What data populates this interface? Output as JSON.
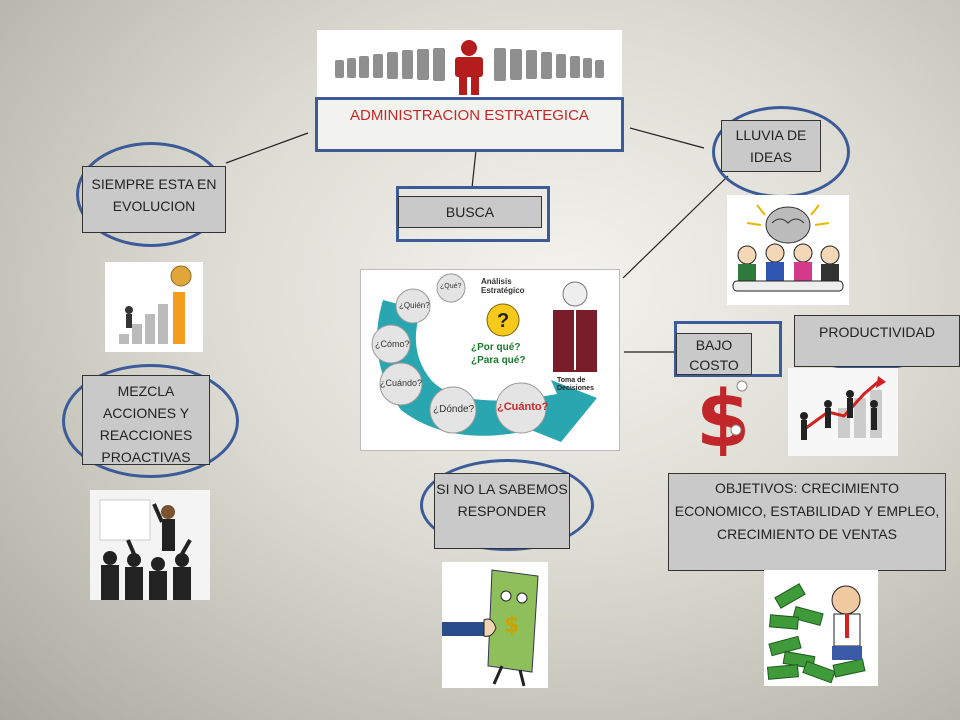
{
  "title": "ADMINISTRACION ESTRATEGICA",
  "nodes": {
    "evolucion": "SIEMPRE ESTA EN EVOLUCION",
    "busca": "BUSCA",
    "lluvia": "LLUVIA DE IDEAS",
    "mezcla": "MEZCLA ACCIONES  Y REACCIONES PROACTIVAS",
    "bajo_costo": "BAJO COSTO",
    "productividad": "PRODUCTIVIDAD",
    "si_no": "SI NO LA SABEMOS RESPONDER",
    "objetivos": "OBJETIVOS: CRECIMIENTO ECONOMICO, ESTABILIDAD Y EMPLEO, CRECIMIENTO DE VENTAS"
  },
  "analysis_graphic": {
    "title": "Análisis Estratégico",
    "questions": [
      "¿Qué?",
      "¿Quién?",
      "¿Cómo?",
      "¿Cuándo?",
      "¿Dónde?",
      "¿Cuánto?"
    ],
    "why": "¿Por qué?",
    "what_for": "¿Para qué?",
    "decision": "Toma de Decisiones"
  },
  "colors": {
    "accent_blue": "#3d5a99",
    "title_red": "#c62828",
    "box_gray": "#c9c9c9",
    "arrow_teal": "#2aa6b0"
  }
}
